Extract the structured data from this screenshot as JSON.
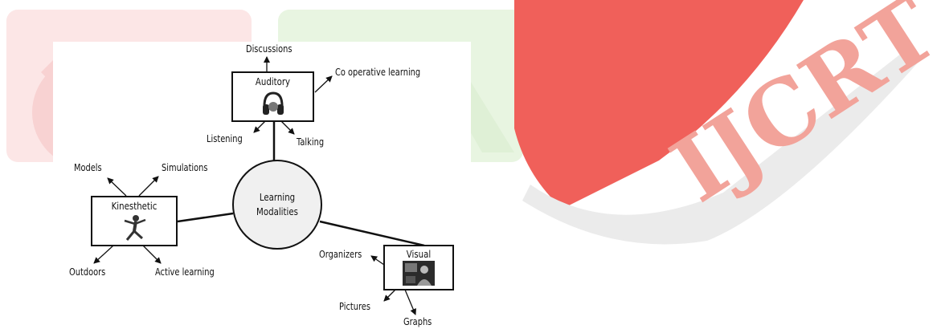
{
  "center": {
    "line1": "Learning",
    "line2": "Modalities"
  },
  "nodes": {
    "auditory": "Auditory",
    "kinesthetic": "Kinesthetic",
    "visual": "Visual"
  },
  "leaves": {
    "discussions": "Discussions",
    "cooperative": "Co operative learning",
    "listening": "Listening",
    "talking": "Talking",
    "models": "Models",
    "simulations": "Simulations",
    "outdoors": "Outdoors",
    "active_learning": "Active learning",
    "organizers": "Organizers",
    "pictures": "Pictures",
    "graphs": "Graphs"
  },
  "watermark": {
    "text": "IJCRT",
    "color": "#f2a39a"
  },
  "icons": {
    "auditory": "headphones-icon",
    "kinesthetic": "jumping-person-icon",
    "visual": "classroom-photo-icon"
  }
}
